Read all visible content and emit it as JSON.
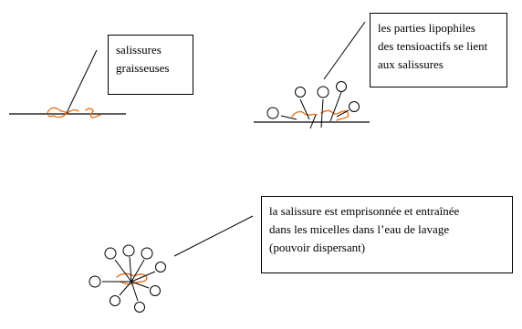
{
  "labels": {
    "grease_soil": {
      "lines": [
        "salissures",
        "graisseuses"
      ]
    },
    "lipophilic_binding": {
      "lines": [
        "les parties lipophiles",
        "des tensioactifs se lient",
        "aux salissures"
      ]
    },
    "soil_trapped": {
      "lines": [
        "la salissure est emprisonnée et entraînée",
        "dans les micelles dans l’eau de lavage",
        "(pouvoir dispersant)"
      ]
    }
  },
  "colors": {
    "ink": "#000000",
    "soil": "#e8731e",
    "background": "#ffffff"
  }
}
